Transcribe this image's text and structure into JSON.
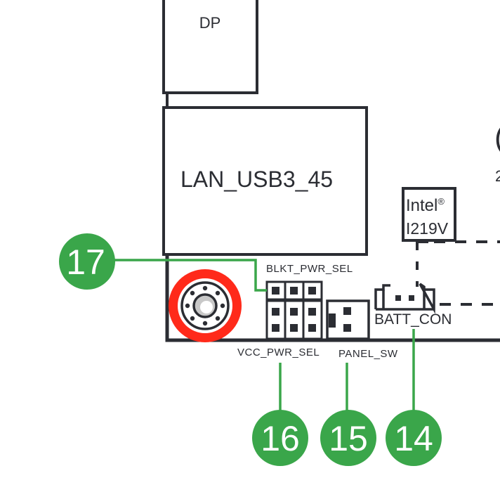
{
  "diagram": {
    "title": "Motherboard layout excerpt",
    "colors": {
      "outline": "#2b2d33",
      "callout_green": "#3aa64a",
      "mount_hole_red": "#ff2a1a",
      "hole_gray": "#c8c8c8"
    },
    "components": {
      "dp": "DP",
      "lan_usb": "LAN_USB3_45",
      "intel_line1": "Intel",
      "intel_reg": "®",
      "intel_line2": "I219V",
      "blkt_pwr_sel": "BLKT_PWR_SEL",
      "vcc_pwr_sel": "VCC_PWR_SEL",
      "panel_sw": "PANEL_SW",
      "batt_con": "BATT_CON",
      "right_edge_partial": "2"
    },
    "callouts": [
      {
        "number": "17",
        "target": "BLKT_PWR_SEL"
      },
      {
        "number": "16",
        "target": "VCC_PWR_SEL"
      },
      {
        "number": "15",
        "target": "PANEL_SW"
      },
      {
        "number": "14",
        "target": "BATT_CON"
      }
    ]
  }
}
